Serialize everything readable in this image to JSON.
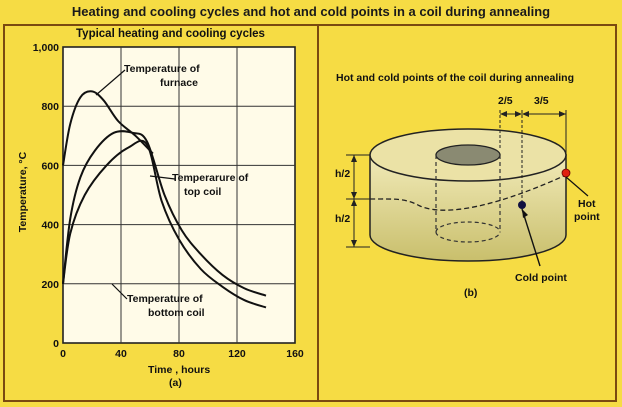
{
  "title": "Heating and cooling cycles and hot and cold points in a coil during annealing",
  "left_panel": {
    "subtitle": "Typical heating and cooling cycles",
    "caption": "(a)",
    "labels": {
      "furnace": [
        "Temperature of",
        "furnace"
      ],
      "top_coil": [
        "Temperarure of",
        "top coil"
      ],
      "bottom_coil": [
        "Temperature of",
        "bottom coil"
      ]
    }
  },
  "right_panel": {
    "subtitle": "Hot and cold points of the coil during annealing",
    "caption": "(b)",
    "dims": {
      "h_upper": "h/2",
      "h_lower": "h/2",
      "w_left": "2/5",
      "w_right": "3/5"
    },
    "hot_point_label": [
      "Hot",
      "point"
    ],
    "cold_point_label": "Cold point",
    "colors": {
      "hot_point": "#e02010",
      "cold_point": "#101040",
      "coil_fill": "#ece4a4"
    }
  },
  "chart_data": {
    "type": "line",
    "xlabel": "Time , hours",
    "ylabel": "Temperature, °C",
    "xlim": [
      0,
      160
    ],
    "ylim": [
      0,
      1000
    ],
    "x_ticks": [
      0,
      40,
      80,
      120,
      160
    ],
    "y_ticks": [
      0,
      200,
      400,
      600,
      800,
      1000
    ],
    "y_tick_labels": [
      "0",
      "200",
      "400",
      "600",
      "800",
      "1,000"
    ],
    "grid": true,
    "series": [
      {
        "name": "Temperature of furnace",
        "points": [
          [
            0,
            600
          ],
          [
            5,
            740
          ],
          [
            12,
            830
          ],
          [
            20,
            850
          ],
          [
            28,
            820
          ],
          [
            38,
            750
          ],
          [
            50,
            700
          ],
          [
            62,
            640
          ]
        ]
      },
      {
        "name": "Temperarure of top coil",
        "points": [
          [
            0,
            200
          ],
          [
            5,
            420
          ],
          [
            12,
            560
          ],
          [
            22,
            650
          ],
          [
            35,
            710
          ],
          [
            48,
            710
          ],
          [
            58,
            680
          ],
          [
            70,
            500
          ],
          [
            82,
            380
          ],
          [
            95,
            300
          ],
          [
            110,
            230
          ],
          [
            125,
            185
          ],
          [
            140,
            160
          ]
        ]
      },
      {
        "name": "Temperature of bottom coil",
        "points": [
          [
            0,
            200
          ],
          [
            5,
            370
          ],
          [
            15,
            500
          ],
          [
            30,
            600
          ],
          [
            45,
            660
          ],
          [
            58,
            670
          ],
          [
            68,
            480
          ],
          [
            80,
            350
          ],
          [
            95,
            250
          ],
          [
            110,
            190
          ],
          [
            125,
            145
          ],
          [
            140,
            120
          ]
        ]
      }
    ]
  }
}
